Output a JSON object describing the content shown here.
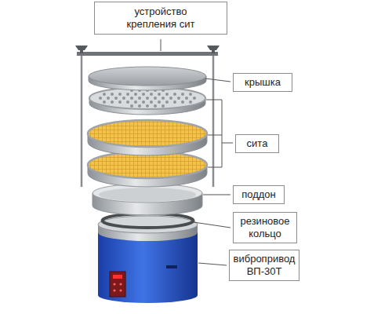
{
  "diagram": {
    "nodes": [
      {
        "text": [
          "устройство крепления сит"
        ]
      },
      {
        "text": [
          "крышка"
        ]
      },
      {
        "text": [
          "сита"
        ]
      },
      {
        "text": [
          "поддон"
        ]
      },
      {
        "text": [
          "резиновое кольцо"
        ]
      },
      {
        "text": [
          "вибропривод ВП-30Т"
        ]
      }
    ]
  }
}
